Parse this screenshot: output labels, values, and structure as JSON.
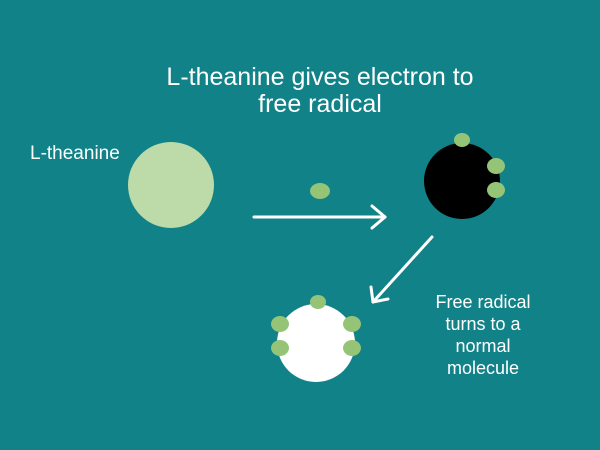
{
  "title": {
    "line1": "L-theanine gives electron to",
    "line2": "free radical"
  },
  "labels": {
    "theanine": "L-theanine",
    "result_line1": "Free radical",
    "result_line2": "turns to a",
    "result_line3": "normal",
    "result_line4": "molecule"
  },
  "colors": {
    "background": "#128289",
    "theanine": "#bcdba9",
    "electron": "#96c476",
    "free_radical": "#000000",
    "normal_molecule": "#ffffff",
    "arrow": "#ffffff",
    "text": "#ffffff"
  },
  "electron_counts": {
    "free_radical": 3,
    "normal_molecule": 5,
    "transferred": 1
  }
}
